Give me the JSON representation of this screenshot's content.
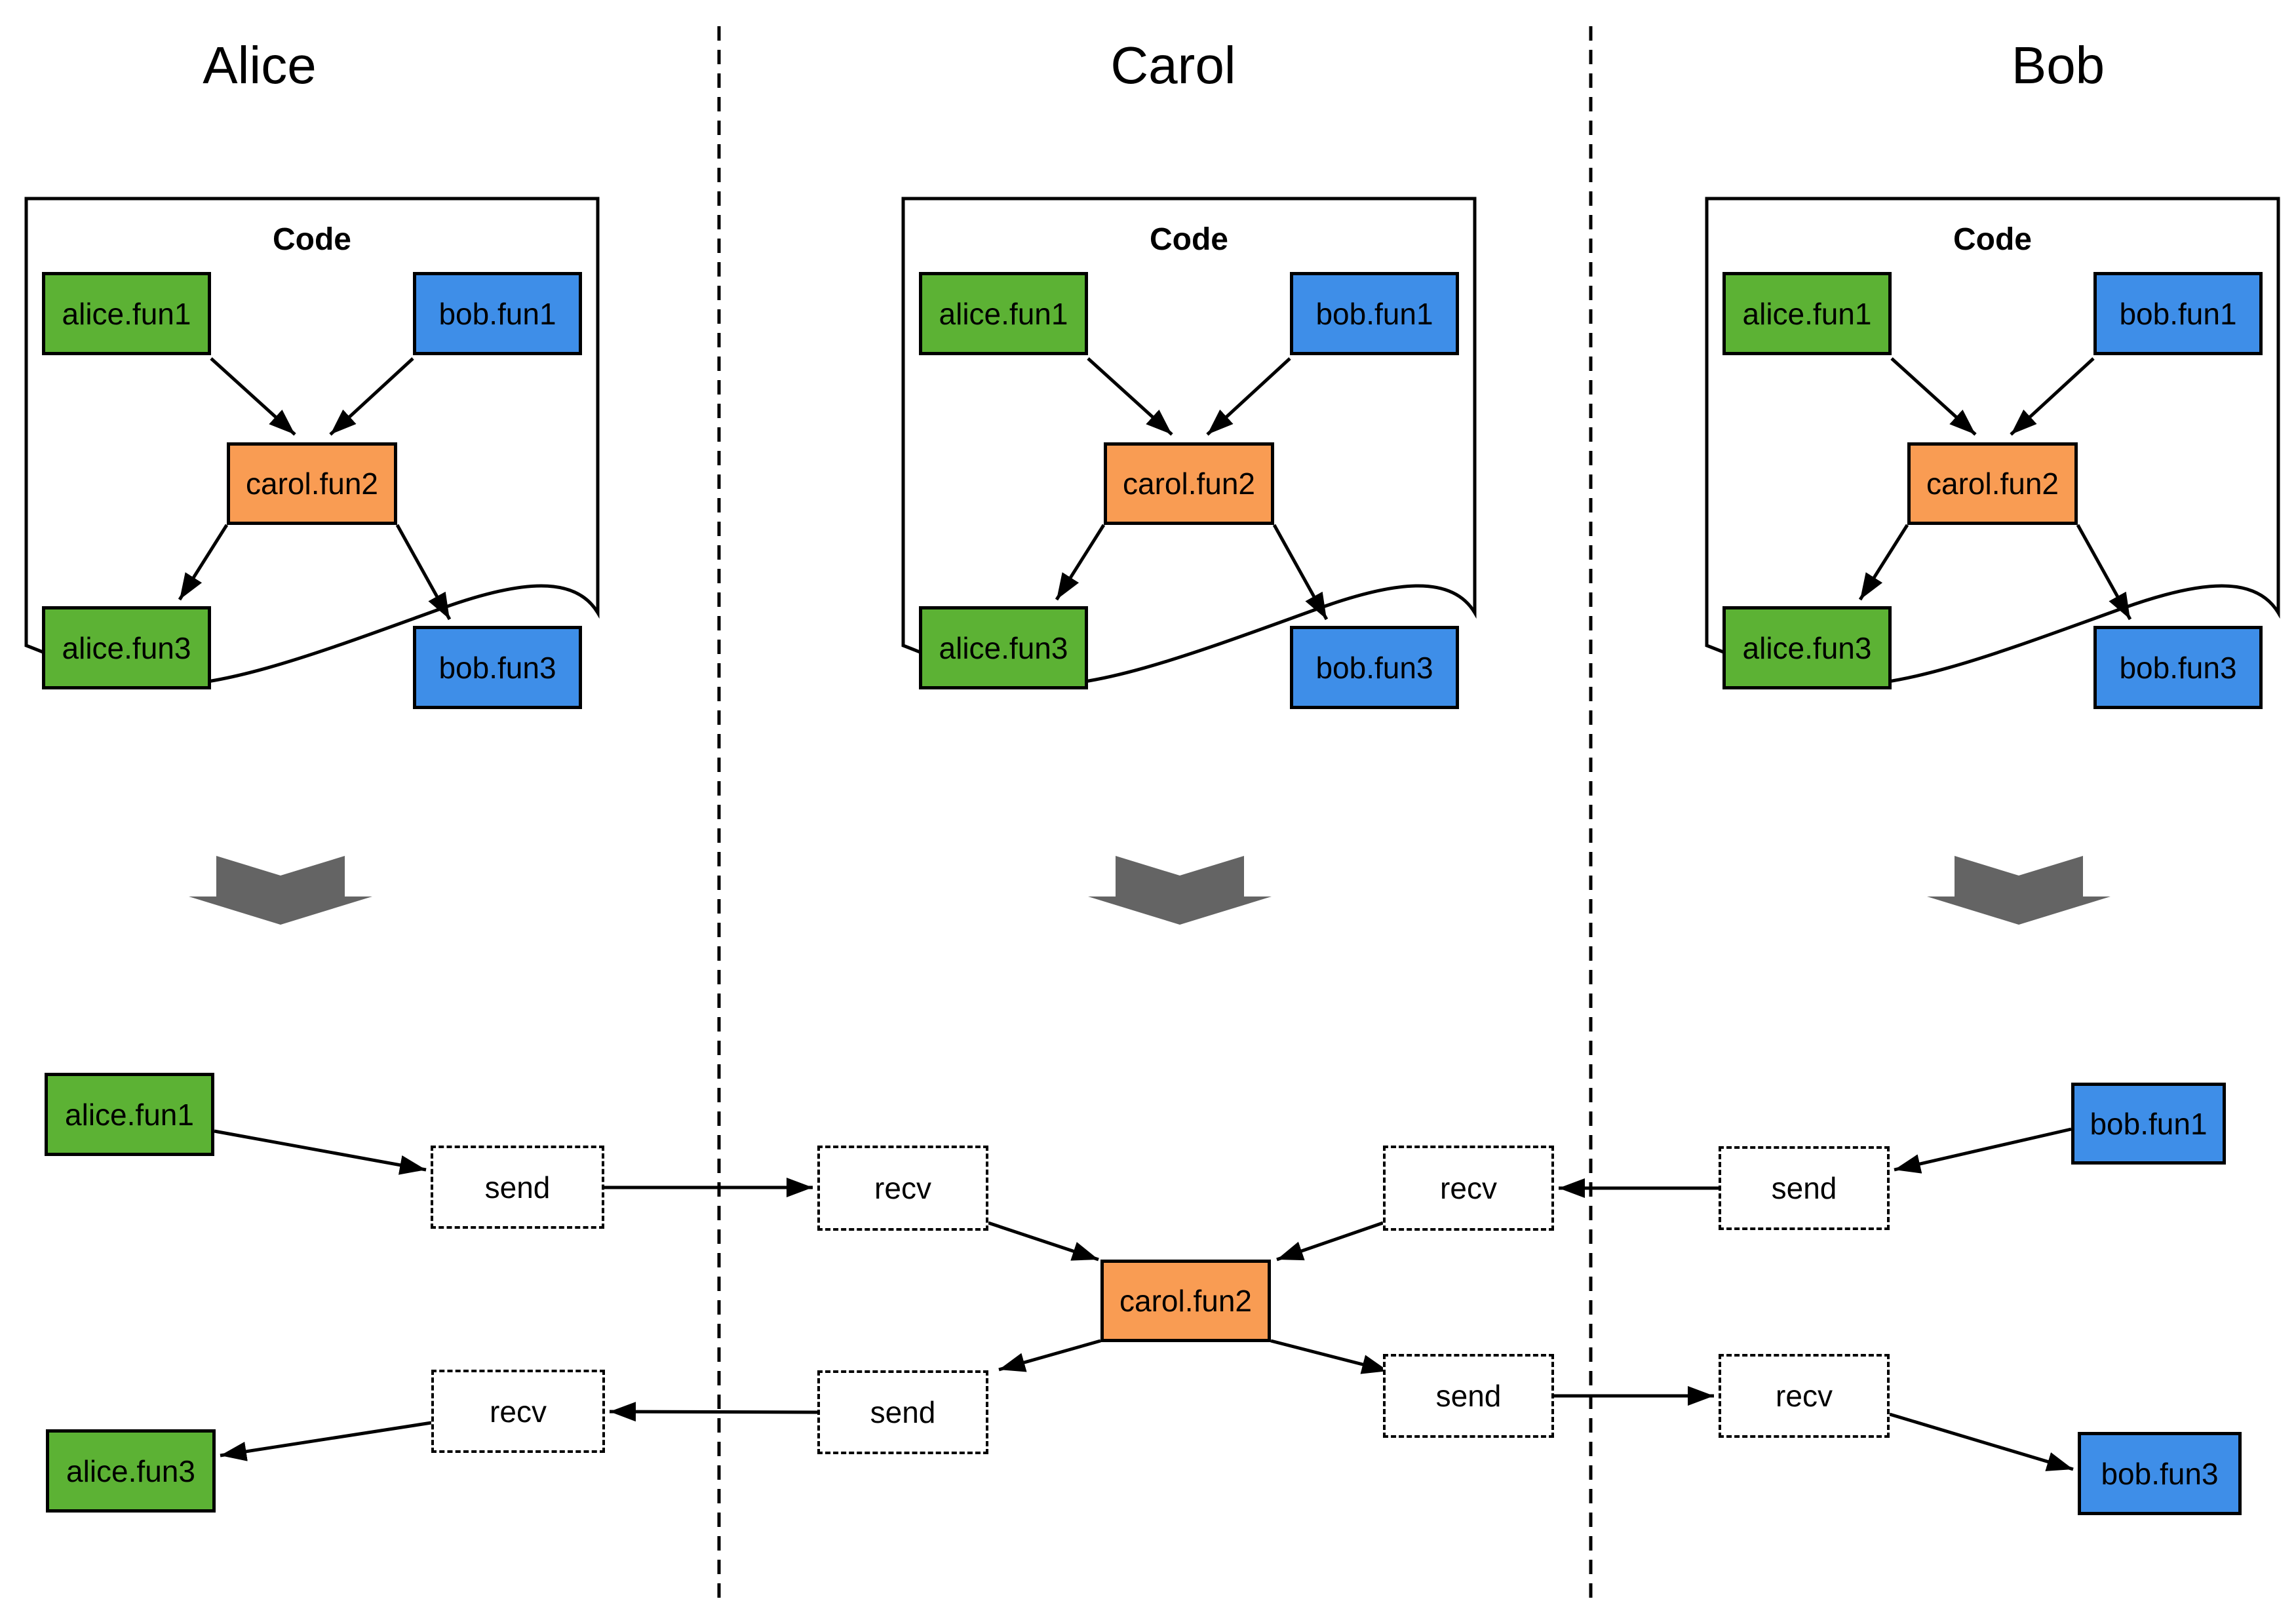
{
  "titles": {
    "alice": "Alice",
    "carol": "Carol",
    "bob": "Bob"
  },
  "code_label": "Code",
  "labels": {
    "alice_fun1": "alice.fun1",
    "bob_fun1": "bob.fun1",
    "carol_fun2": "carol.fun2",
    "alice_fun3": "alice.fun3",
    "bob_fun3": "bob.fun3",
    "send": "send",
    "recv": "recv"
  },
  "colors": {
    "alice_green": "#5CB234",
    "bob_blue": "#3E8EE8",
    "carol_orange": "#F99C53",
    "arrow_gray": "#646464",
    "line_black": "#000000",
    "background": "#FFFFFF"
  }
}
